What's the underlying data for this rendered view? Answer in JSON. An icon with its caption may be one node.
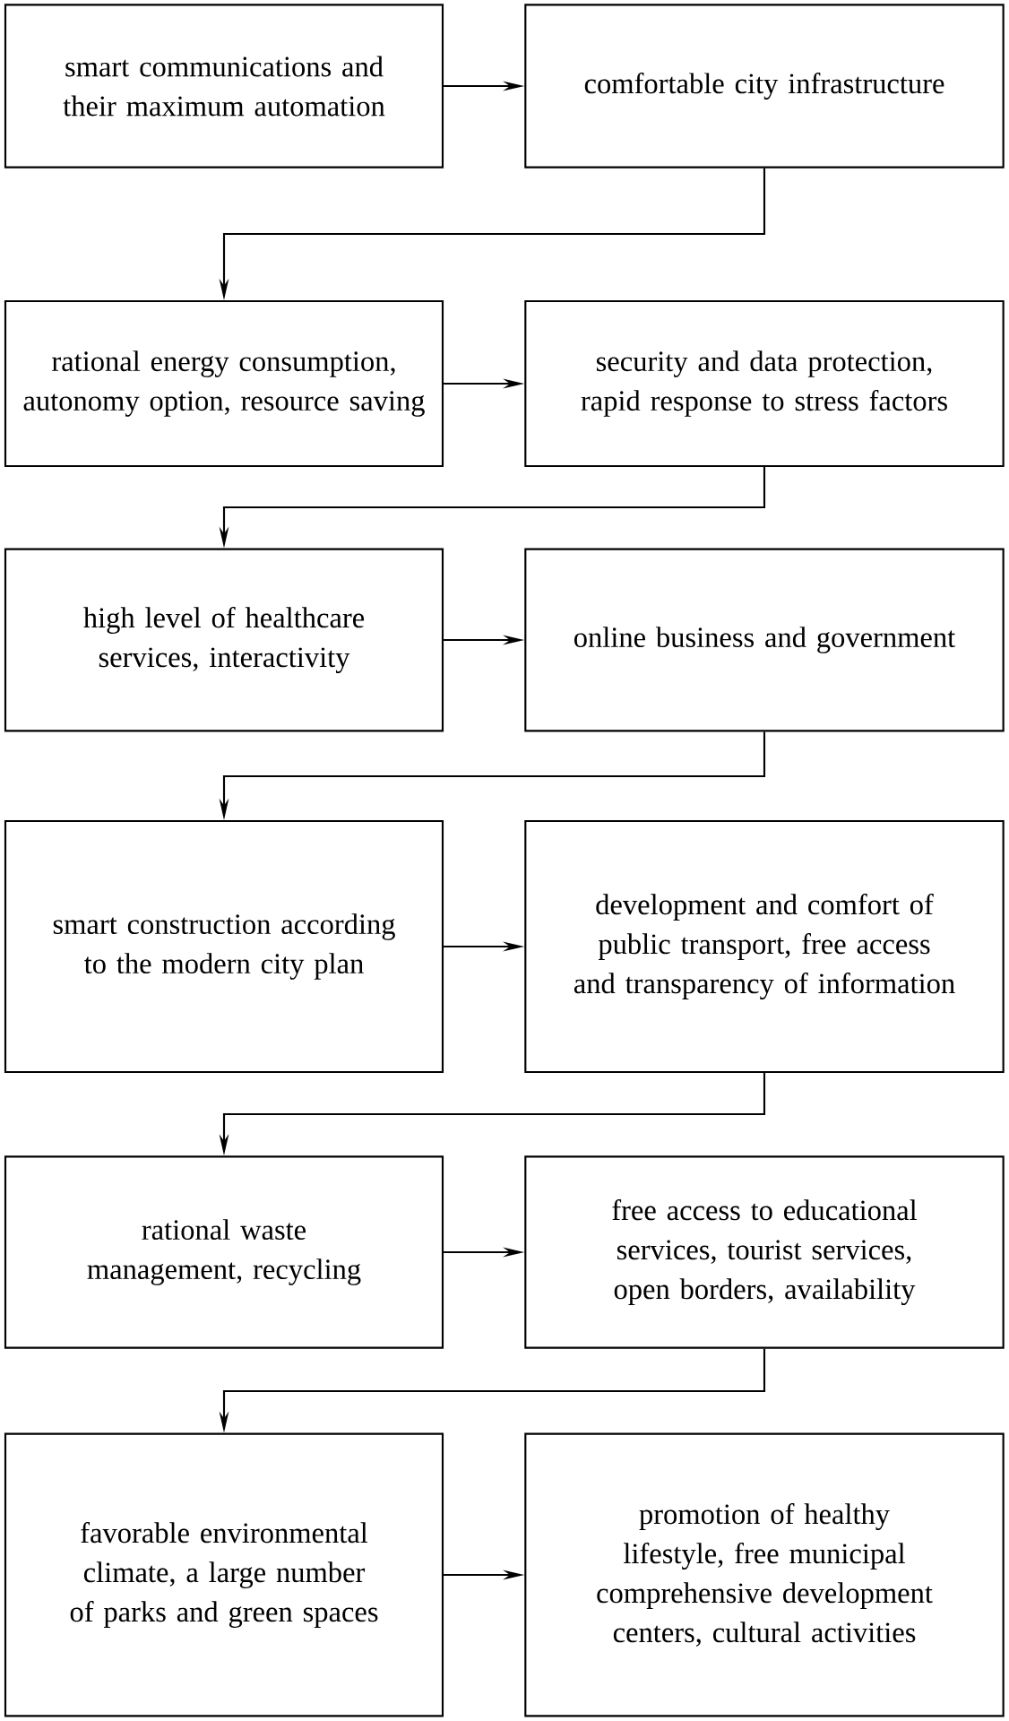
{
  "diagram": {
    "nodes": [
      {
        "text": [
          "smart communications and their maximum automation"
        ]
      },
      {
        "text": [
          "comfortable city infrastructure"
        ]
      },
      {
        "text": [
          "rational energy consumption, autonomy option, resource saving"
        ]
      },
      {
        "text": [
          "security and data protection, rapid response to stress factors"
        ]
      },
      {
        "text": [
          "high level of healthcare services, interactivity"
        ]
      },
      {
        "text": [
          "online business and government"
        ]
      },
      {
        "text": [
          "smart construction according to the modern city plan"
        ]
      },
      {
        "text": [
          "development and comfort of public transport, free access and transparency of information"
        ]
      },
      {
        "text": [
          "rational waste management, recycling"
        ]
      },
      {
        "text": [
          "free access to educational services, tourist services, open borders, availability"
        ]
      },
      {
        "text": [
          "favorable environmental climate, a large number of parks and green spaces"
        ]
      },
      {
        "text": [
          "promotion of healthy lifestyle, free municipal comprehensive development centers, cultural activities"
        ]
      }
    ],
    "edges": [
      {
        "from": 0,
        "to": 1,
        "arrow": "to"
      },
      {
        "from": 1,
        "to": 2,
        "arrow": "to"
      },
      {
        "from": 2,
        "to": 3,
        "arrow": "to"
      },
      {
        "from": 3,
        "to": 4,
        "arrow": "to"
      },
      {
        "from": 4,
        "to": 5,
        "arrow": "to"
      },
      {
        "from": 5,
        "to": 6,
        "arrow": "to"
      },
      {
        "from": 6,
        "to": 7,
        "arrow": "to"
      },
      {
        "from": 7,
        "to": 8,
        "arrow": "to"
      },
      {
        "from": 8,
        "to": 9,
        "arrow": "to"
      },
      {
        "from": 9,
        "to": 10,
        "arrow": "to"
      },
      {
        "from": 10,
        "to": 11,
        "arrow": "to"
      }
    ]
  }
}
